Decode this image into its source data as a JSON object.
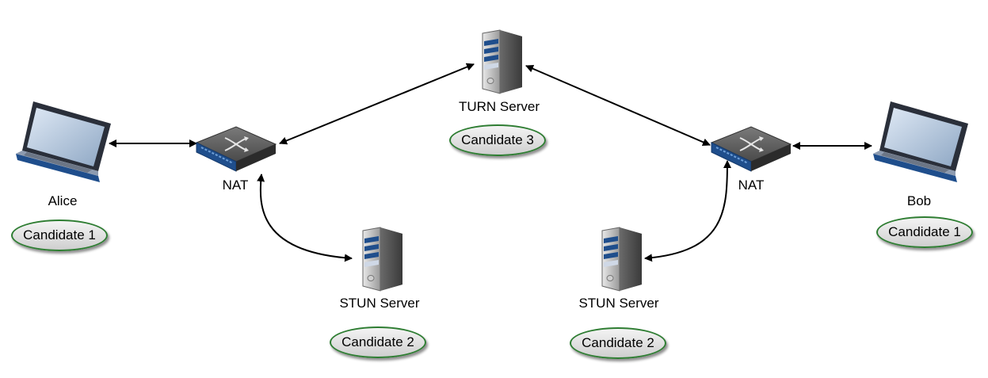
{
  "nodes": {
    "alice": {
      "label": "Alice",
      "candidate": "Candidate 1"
    },
    "nat_left": {
      "label": "NAT"
    },
    "stun_left": {
      "label": "STUN Server",
      "candidate": "Candidate 2"
    },
    "turn": {
      "label": "TURN Server",
      "candidate": "Candidate 3"
    },
    "stun_right": {
      "label": "STUN Server",
      "candidate": "Candidate 2"
    },
    "nat_right": {
      "label": "NAT"
    },
    "bob": {
      "label": "Bob",
      "candidate": "Candidate 1"
    }
  },
  "colors": {
    "pill_border": "#2e7d32",
    "arrow": "#000000",
    "device_blue": "#1f4e8c"
  }
}
